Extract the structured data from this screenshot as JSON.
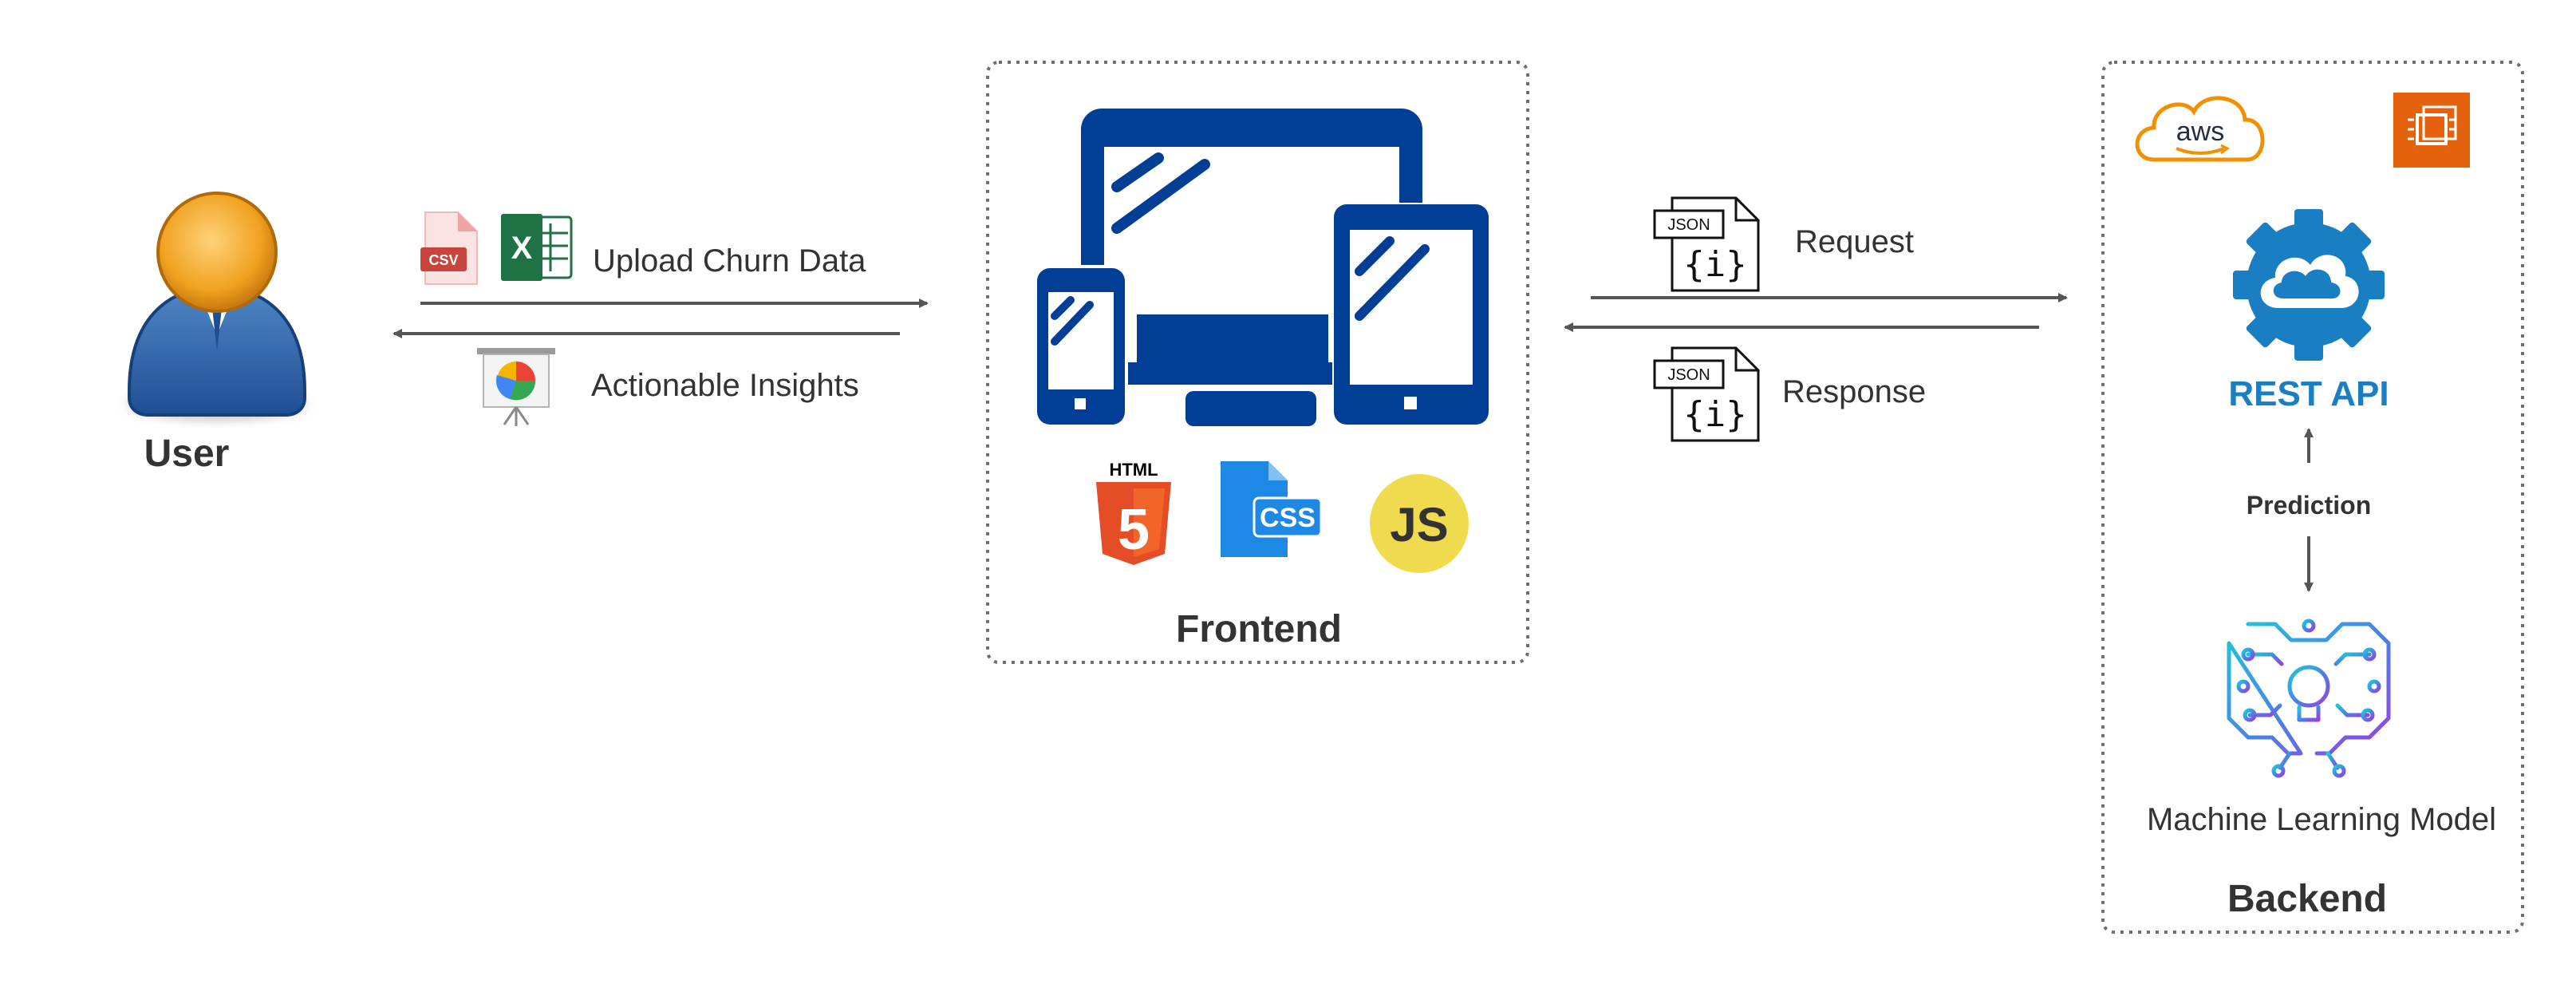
{
  "user": {
    "label": "User"
  },
  "upload": {
    "label": "Upload Churn Data",
    "file_badge": "CSV",
    "excel_letter": "X"
  },
  "insights": {
    "label": "Actionable Insights"
  },
  "frontend": {
    "label": "Frontend",
    "html_badge": "HTML",
    "html_digit": "5",
    "css_badge": "CSS",
    "js_badge": "JS"
  },
  "request": {
    "label": "Request",
    "file_tag": "JSON",
    "file_glyph": "{i}"
  },
  "response": {
    "label": "Response",
    "file_tag": "JSON",
    "file_glyph": "{i}"
  },
  "backend": {
    "label": "Backend",
    "aws_text": "aws",
    "rest_api_label": "REST API",
    "prediction_label": "Prediction",
    "ml_model_label": "Machine Learning Model"
  },
  "colors": {
    "device_blue": "#003f95",
    "rest_api_blue": "#1a7ec2",
    "aws_orange": "#f29100",
    "ec2_orange": "#e4620c",
    "html_orange": "#e44d26",
    "css_blue": "#1e88e5",
    "js_yellow": "#f0db4f",
    "excel_green": "#1f7244",
    "arrow_gray": "#555555",
    "border_gray": "#6e6e6e"
  }
}
